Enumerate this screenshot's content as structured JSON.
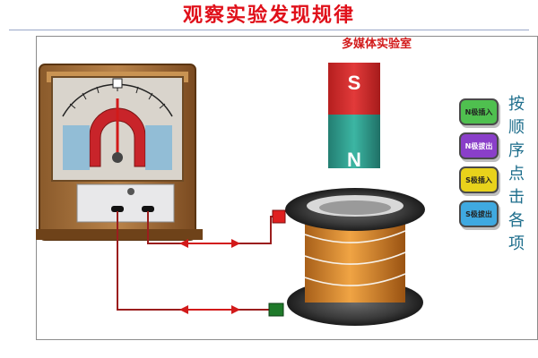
{
  "page": {
    "title": "观察实验发现规律",
    "lab_label": "多媒体实验室",
    "side_instruction": "按顺序点击各项"
  },
  "magnet": {
    "top_pole": "S",
    "bottom_pole": "N"
  },
  "buttons": [
    {
      "label": "N极插入",
      "color": "#4fc04f"
    },
    {
      "label": "N极拔出",
      "color": "#8a3fc9"
    },
    {
      "label": "S极插入",
      "color": "#e8d21b"
    },
    {
      "label": "S极拔出",
      "color": "#3fa9e0"
    }
  ],
  "meter": {
    "needle_fraction": 0.5
  },
  "colors": {
    "title": "#e0101a",
    "wire": "#9b1d1d",
    "magnet_south": "#d62b2b",
    "magnet_north": "#2f9e8e",
    "coil_copper": "#d4862a",
    "terminal_top": "#e02020",
    "terminal_bottom": "#1f7a2a"
  }
}
